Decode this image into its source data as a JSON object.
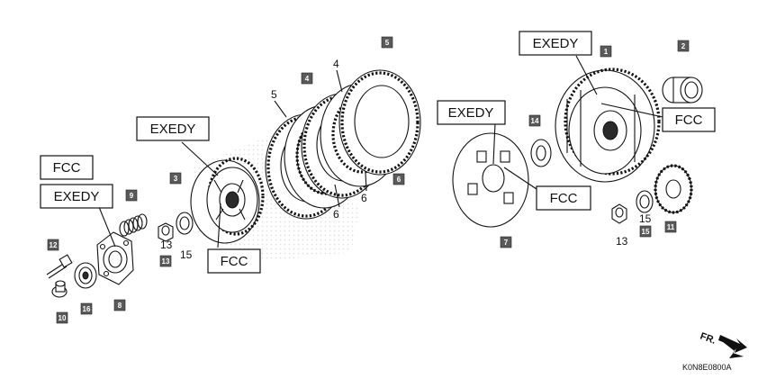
{
  "diagram": {
    "code": "K0N8E0800A",
    "direction_label": "FR."
  },
  "callouts": [
    {
      "id": "exedy_top",
      "text": "EXEDY"
    },
    {
      "id": "exedy_mid",
      "text": "EXEDY"
    },
    {
      "id": "exedy_left",
      "text": "EXEDY"
    },
    {
      "id": "fcc_left_top",
      "text": "FCC"
    },
    {
      "id": "fcc_left_bottom",
      "text": "FCC"
    },
    {
      "id": "fcc_mid",
      "text": "FCC"
    },
    {
      "id": "fcc_right",
      "text": "FCC"
    },
    {
      "id": "exedy_center",
      "text": "EXEDY"
    }
  ],
  "square_refs": [
    "1",
    "2",
    "3",
    "4",
    "5",
    "6",
    "7",
    "8",
    "9",
    "10",
    "11",
    "12",
    "13",
    "14",
    "15",
    "16"
  ],
  "plain_refs": [
    "4",
    "5",
    "6",
    "6",
    "13",
    "15",
    "15",
    "13"
  ],
  "colors": {
    "ref_square": "#5a5a5a",
    "line": "#111111",
    "background": "#ffffff"
  },
  "icons": [
    "direction-arrow-icon"
  ]
}
